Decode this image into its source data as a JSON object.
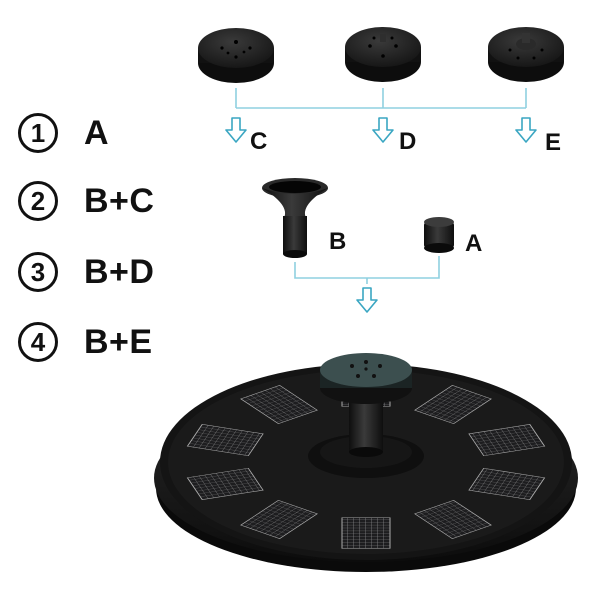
{
  "combinations": [
    {
      "number": "1",
      "parts": "A"
    },
    {
      "number": "2",
      "parts": "B+C"
    },
    {
      "number": "3",
      "parts": "B+D"
    },
    {
      "number": "4",
      "parts": "B+E"
    }
  ],
  "nozzle_labels": {
    "c": "C",
    "d": "D",
    "e": "E"
  },
  "part_labels": {
    "b": "B",
    "a": "A"
  },
  "colors": {
    "connector": "#8fd0e0",
    "arrow": "#3aa6c2",
    "part_dark": "#1b1b1b",
    "panel_dark": "#111111",
    "accent_teal": "#3c4f4f"
  },
  "icons": {
    "nozzle": "nozzle-disc-icon",
    "extension": "funnel-extension-icon",
    "cap": "cap-adapter-icon",
    "pump": "solar-fountain-pump-icon",
    "arrow": "hollow-down-arrow-icon"
  }
}
